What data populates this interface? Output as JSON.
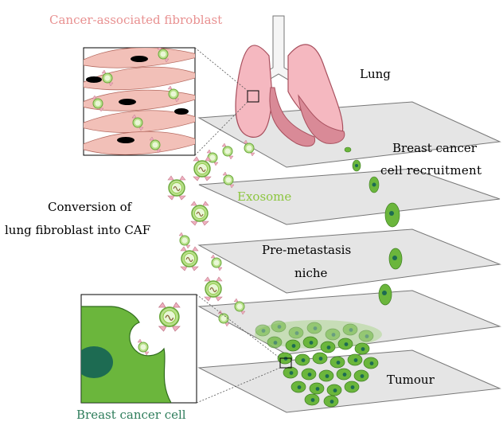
{
  "labels": {
    "caf": "Cancer-associated fibroblast",
    "lung": "Lung",
    "recruit_line1": "Breast cancer",
    "recruit_line2": "cell recruitment",
    "exosome": "Exosome",
    "conversion_line1": "Conversion of",
    "conversion_line2": "lung fibroblast into CAF",
    "niche_line1": "Pre-metastasis",
    "niche_line2": "niche",
    "tumour": "Tumour",
    "breast_cell": "Breast cancer cell"
  },
  "colors": {
    "caf_text": "#e89090",
    "exosome_text": "#8cc63f",
    "breast_text": "#2e7d5b",
    "plane_fill": "#e5e5e5",
    "plane_stroke": "#777777",
    "lung_fill": "#f5b8c0",
    "lung_dark": "#d98a97",
    "cell_green": "#6bb63c",
    "nucleus_green": "#1d6b52",
    "exosome_fill": "#b8e08a"
  }
}
